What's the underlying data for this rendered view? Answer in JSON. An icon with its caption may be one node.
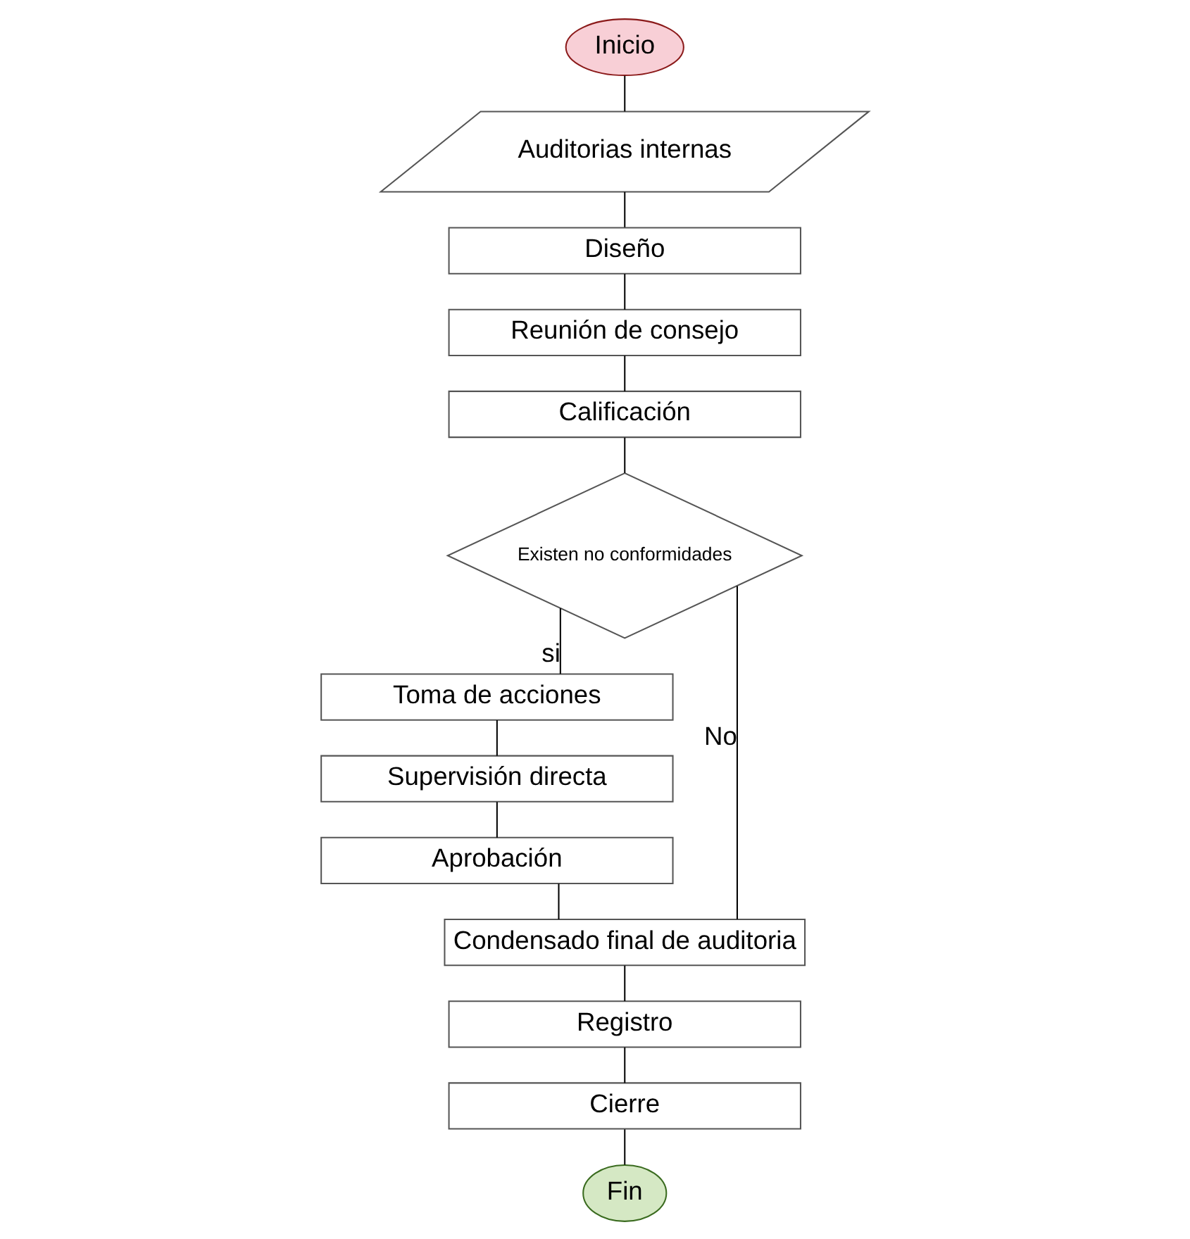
{
  "diagram": {
    "nodes": [
      {
        "text": [
          "Inicio"
        ]
      },
      {
        "text": [
          "Auditorias internas"
        ]
      },
      {
        "text": [
          "Diseño"
        ]
      },
      {
        "text": [
          "Reunión de consejo"
        ]
      },
      {
        "text": [
          "Calificación"
        ]
      },
      {
        "text": [
          "Existen no conformidades"
        ]
      },
      {
        "text": [
          "Toma de acciones"
        ]
      },
      {
        "text": [
          "Supervisión directa"
        ]
      },
      {
        "text": [
          "Aprobación"
        ]
      },
      {
        "text": [
          "Condensado final de auditoria"
        ]
      },
      {
        "text": [
          "Registro"
        ]
      },
      {
        "text": [
          "Cierre"
        ]
      },
      {
        "text": [
          "Fin"
        ]
      }
    ],
    "edges": [
      {
        "from": 0,
        "to": 1,
        "arrow": "none"
      },
      {
        "from": 1,
        "to": 2,
        "arrow": "none"
      },
      {
        "from": 2,
        "to": 3,
        "arrow": "none"
      },
      {
        "from": 3,
        "to": 4,
        "arrow": "none"
      },
      {
        "from": 4,
        "to": 5,
        "arrow": "none"
      },
      {
        "from": 5,
        "to": 6,
        "label": "si",
        "arrow": "none"
      },
      {
        "from": 6,
        "to": 7,
        "arrow": "none"
      },
      {
        "from": 7,
        "to": 8,
        "arrow": "none"
      },
      {
        "from": 8,
        "to": 9,
        "arrow": "none"
      },
      {
        "from": 5,
        "to": 9,
        "label": "No",
        "arrow": "none"
      },
      {
        "from": 9,
        "to": 10,
        "arrow": "none"
      },
      {
        "from": 10,
        "to": 11,
        "arrow": "none"
      },
      {
        "from": 11,
        "to": 12,
        "arrow": "none"
      }
    ]
  }
}
